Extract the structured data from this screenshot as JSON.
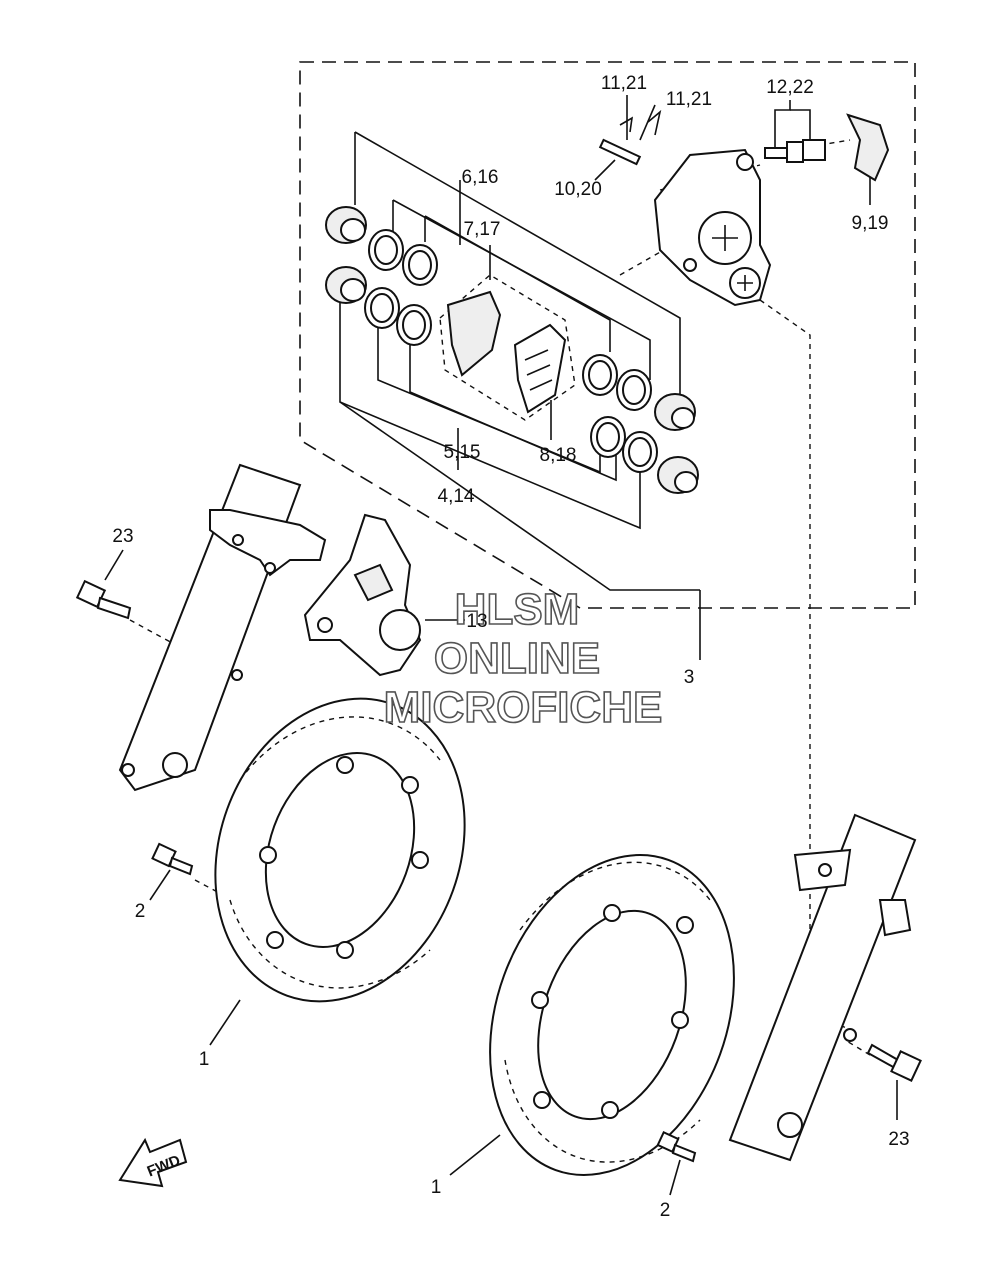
{
  "callouts": {
    "c1a": "1",
    "c1b": "1",
    "c2a": "2",
    "c2b": "2",
    "c3": "3",
    "c4": "4,14",
    "c5": "5,15",
    "c6": "6,16",
    "c7": "7,17",
    "c8": "8,18",
    "c9": "9,19",
    "c10": "10,20",
    "c11a": "11,21",
    "c11b": "11,21",
    "c12": "12,22",
    "c13": "13",
    "c23a": "23",
    "c23b": "23"
  },
  "watermark": {
    "line1": "HLSM",
    "line2": "ONLINE",
    "line3": "MICROFICHE"
  },
  "fwd_label": "FWD"
}
